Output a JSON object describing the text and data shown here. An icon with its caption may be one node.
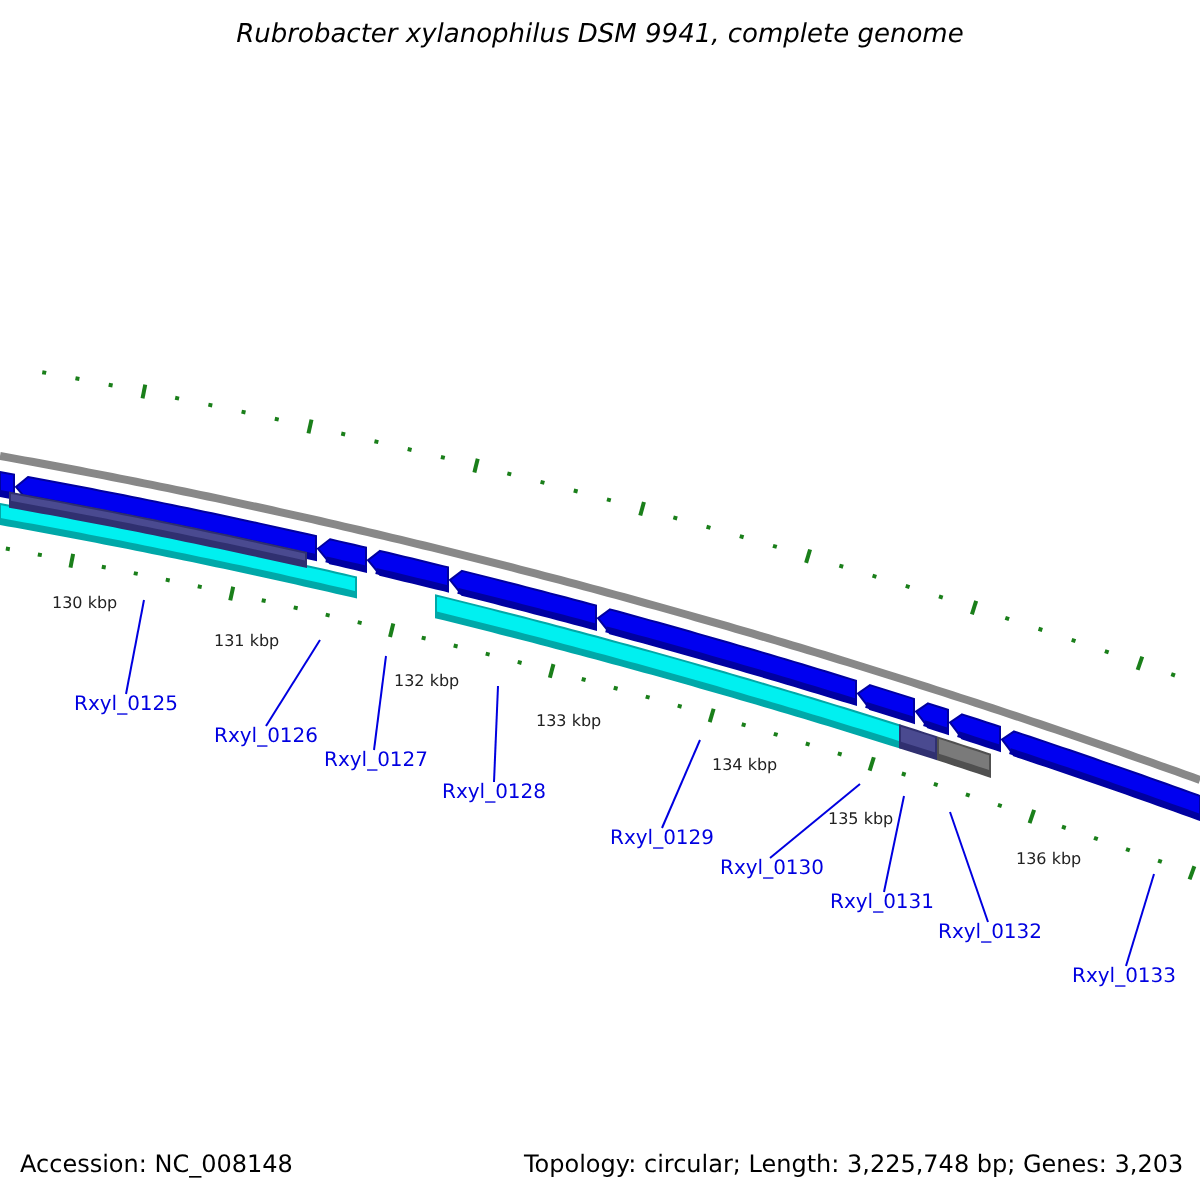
{
  "diagram": {
    "title": "Rubrobacter xylanophilus DSM 9941, complete genome",
    "nodes": [
      {
        "text": [
          "Rxyl_0125"
        ]
      },
      {
        "text": [
          "Rxyl_0126"
        ]
      },
      {
        "text": [
          "Rxyl_0127"
        ]
      },
      {
        "text": [
          "Rxyl_0128"
        ]
      },
      {
        "text": [
          "Rxyl_0129"
        ]
      },
      {
        "text": [
          "Rxyl_0130"
        ]
      },
      {
        "text": [
          "Rxyl_0131"
        ]
      },
      {
        "text": [
          "Rxyl_0132"
        ]
      },
      {
        "text": [
          "Rxyl_0133"
        ]
      }
    ],
    "edges": [
      {
        "from": 0,
        "to": null,
        "arrow": "none"
      },
      {
        "from": 1,
        "to": null,
        "arrow": "none"
      },
      {
        "from": 2,
        "to": null,
        "arrow": "none"
      },
      {
        "from": 3,
        "to": null,
        "arrow": "none"
      },
      {
        "from": 4,
        "to": null,
        "arrow": "none"
      },
      {
        "from": 5,
        "to": null,
        "arrow": "none"
      },
      {
        "from": 6,
        "to": null,
        "arrow": "none"
      },
      {
        "from": 7,
        "to": null,
        "arrow": "none"
      },
      {
        "from": 8,
        "to": null,
        "arrow": "none"
      }
    ],
    "labels": [
      "130 kbp",
      "131 kbp",
      "132 kbp",
      "133 kbp",
      "134 kbp",
      "135 kbp",
      "136 kbp",
      "Accession: NC_008148",
      "Topology: circular; Length: 3,225,748 bp; Genes: 3,203"
    ]
  }
}
